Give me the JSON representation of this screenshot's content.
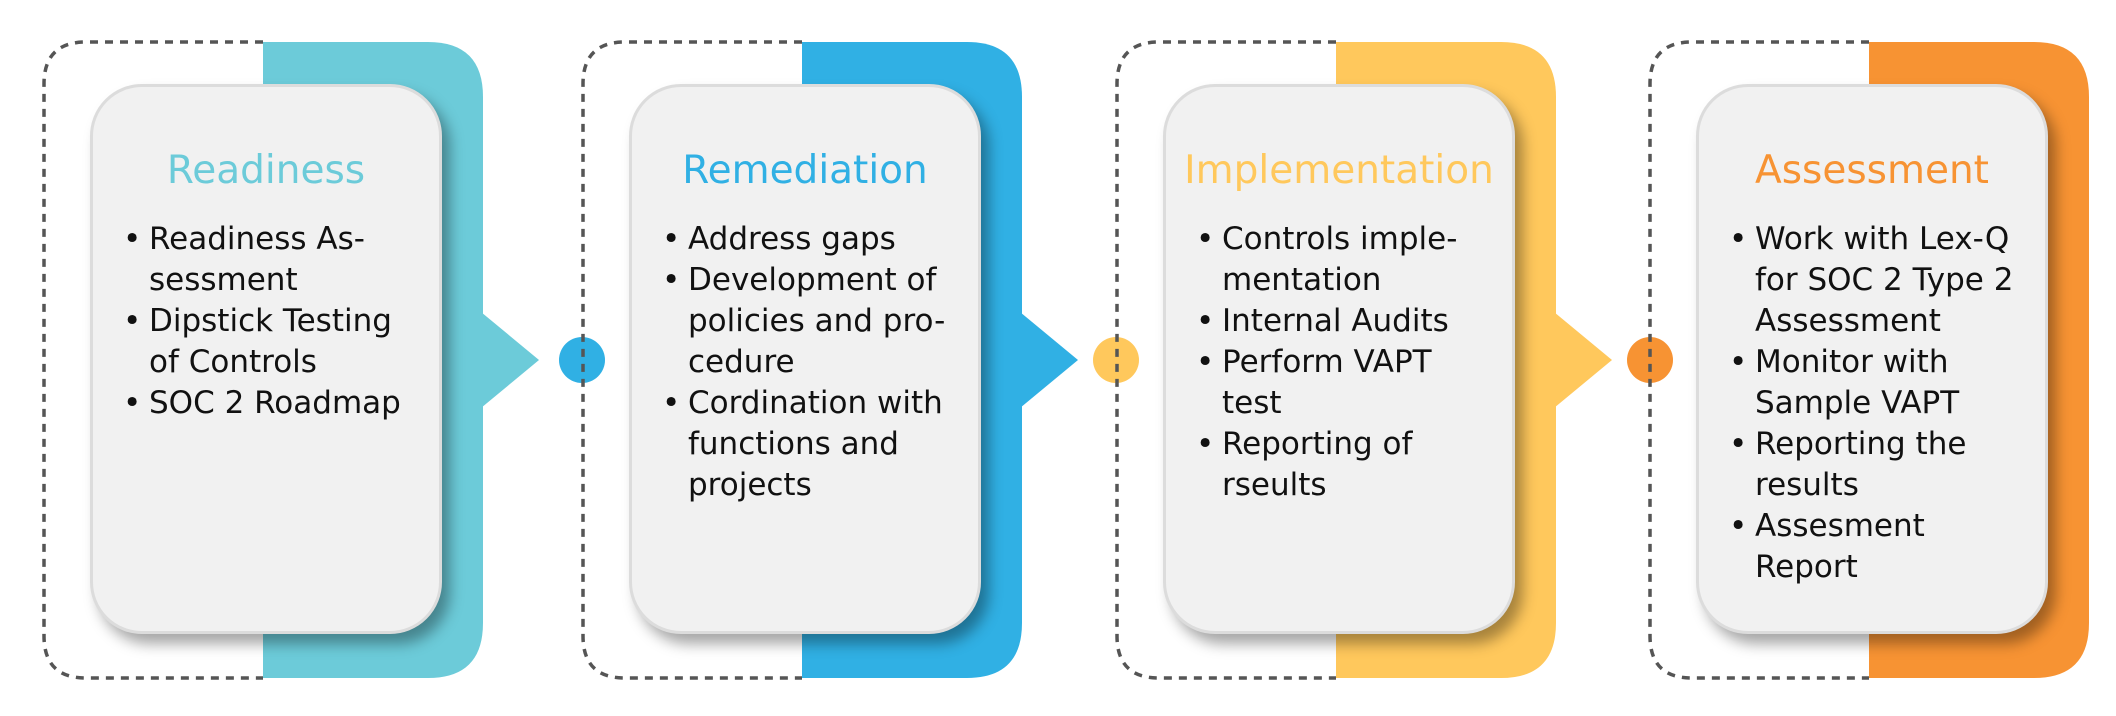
{
  "steps": [
    {
      "title": "Readiness",
      "color": "#6ccbd9",
      "items": [
        "Readiness As-sessment",
        "Dipstick Testing of Controls",
        "SOC 2 Roadmap"
      ]
    },
    {
      "title": "Remediation",
      "color": "#30b0e4",
      "items": [
        "Address gaps",
        "Development of policies and pro-cedure",
        "Cordination with functions and projects"
      ]
    },
    {
      "title": "Implementation",
      "color": "#ffc85c",
      "items": [
        "Controls imple-mentation",
        "Internal Audits",
        "Perform VAPT test",
        "Reporting of rseults"
      ]
    },
    {
      "title": "Assessment",
      "color": "#f79333",
      "items": [
        "Work with Lex-Q for SOC 2 Type 2 Assessment",
        "Monitor with Sample VAPT",
        "Reporting the results",
        "Assesment Report"
      ]
    }
  ]
}
